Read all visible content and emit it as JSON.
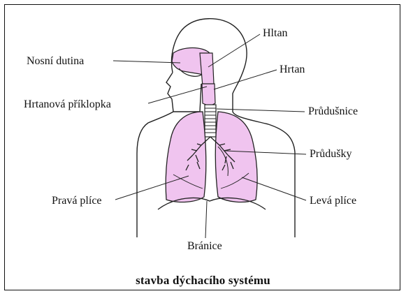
{
  "diagram": {
    "labels": {
      "nasal_cavity": "Nosní dutina",
      "pharynx": "Hltan",
      "larynx": "Hrtan",
      "epiglottis": "Hrtanová příklopka",
      "trachea": "Průdušnice",
      "bronchi": "Průdušky",
      "right_lung": "Pravá plíce",
      "left_lung": "Levá plíce",
      "diaphragm": "Bránice"
    },
    "caption": "stavba dýchacího systému"
  },
  "colors": {
    "organ_fill": "#f0c4ef",
    "outline": "#222222",
    "frame": "#111111",
    "background": "#ffffff"
  }
}
